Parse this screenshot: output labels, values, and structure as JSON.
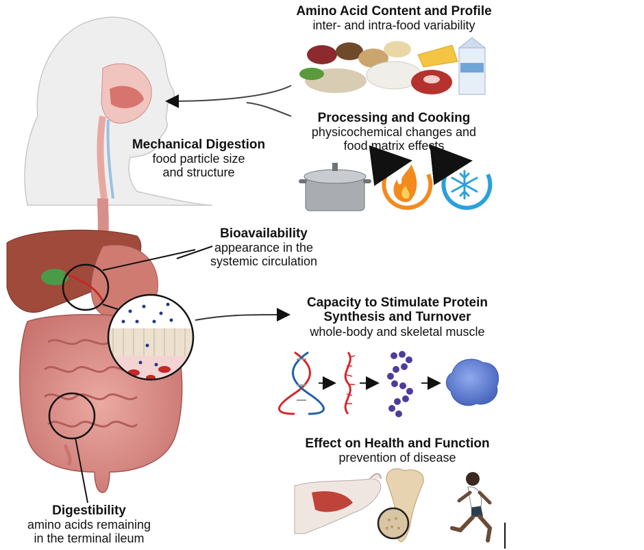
{
  "labels": {
    "amino_acid": {
      "title": "Amino Acid Content and Profile",
      "subtitle": "inter- and intra-food variability"
    },
    "processing": {
      "title": "Processing and Cooking",
      "subtitle_line1": "physicochemical changes and",
      "subtitle_line2": "food matrix effects"
    },
    "mechanical": {
      "title": "Mechanical Digestion",
      "subtitle_line1": "food particle size",
      "subtitle_line2": "and structure"
    },
    "bioavailability": {
      "title": "Bioavailability",
      "subtitle_line1": "appearance in the",
      "subtitle_line2": "systemic circulation"
    },
    "capacity": {
      "title_line1": "Capacity to Stimulate Protein",
      "title_line2": "Synthesis and Turnover",
      "subtitle": "whole-body and skeletal muscle"
    },
    "health": {
      "title": "Effect on Health and Function",
      "subtitle": "prevention of disease"
    },
    "digestibility": {
      "title": "Digestibility",
      "subtitle_line1": "amino acids remaining",
      "subtitle_line2": "in the terminal ileum"
    }
  },
  "icons": [
    "human-head-icon",
    "food-group-icon",
    "cooking-pot-icon",
    "heat-icon",
    "freeze-icon",
    "liver-icon",
    "intestine-icon",
    "blood-vessel-icon",
    "dna-icon",
    "mrna-icon",
    "peptide-chain-icon",
    "folded-protein-icon",
    "arm-muscle-icon",
    "bone-icon",
    "runner-icon"
  ],
  "colors": {
    "arrow": "#111111",
    "orange": "#f28a1e",
    "blue": "#2aa0de",
    "skin": "#ececec",
    "gut": "#d88f8a",
    "liver": "#a04a3c",
    "dna_red": "#d6242a",
    "dna_blue": "#1f5fa8",
    "peptide": "#4b3c9e",
    "protein": "#5b7bd1",
    "blood": "#d33c3c"
  }
}
